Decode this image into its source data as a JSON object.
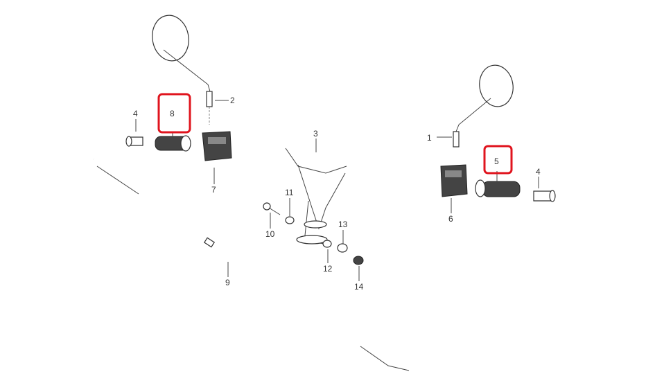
{
  "diagram": {
    "callouts": [
      {
        "id": "1",
        "text": "1"
      },
      {
        "id": "2",
        "text": "2"
      },
      {
        "id": "3",
        "text": "3"
      },
      {
        "id": "4a",
        "text": "4"
      },
      {
        "id": "4b",
        "text": "4"
      },
      {
        "id": "5",
        "text": "5"
      },
      {
        "id": "6",
        "text": "6"
      },
      {
        "id": "7",
        "text": "7"
      },
      {
        "id": "8",
        "text": "8"
      },
      {
        "id": "9",
        "text": "9"
      },
      {
        "id": "10",
        "text": "10"
      },
      {
        "id": "11",
        "text": "11"
      },
      {
        "id": "12",
        "text": "12"
      },
      {
        "id": "13",
        "text": "13"
      },
      {
        "id": "14",
        "text": "14"
      }
    ],
    "highlight_color": "#e0141e",
    "highlighted": [
      "5",
      "8"
    ]
  }
}
